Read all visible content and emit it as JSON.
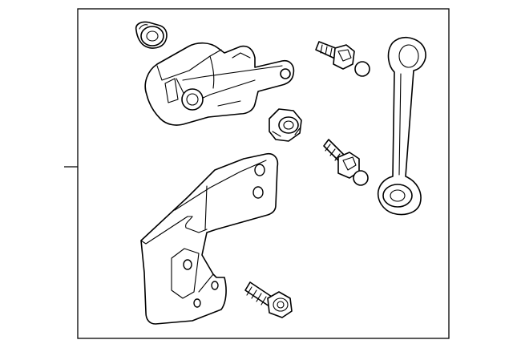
{
  "diagram": {
    "type": "exploded-parts-diagram",
    "background_color": "#ffffff",
    "line_color": "#000000",
    "parts": [
      {
        "id": "grommet",
        "icon": "grommet-icon"
      },
      {
        "id": "height-sensor",
        "icon": "sensor-icon"
      },
      {
        "id": "stud-bolt-upper",
        "icon": "bolt-icon"
      },
      {
        "id": "link-rod",
        "icon": "link-icon"
      },
      {
        "id": "flange-nut",
        "icon": "nut-icon"
      },
      {
        "id": "stud-bolt-lower",
        "icon": "bolt-icon"
      },
      {
        "id": "mounting-bracket",
        "icon": "bracket-icon"
      },
      {
        "id": "flange-bolt",
        "icon": "bolt-icon"
      }
    ]
  }
}
